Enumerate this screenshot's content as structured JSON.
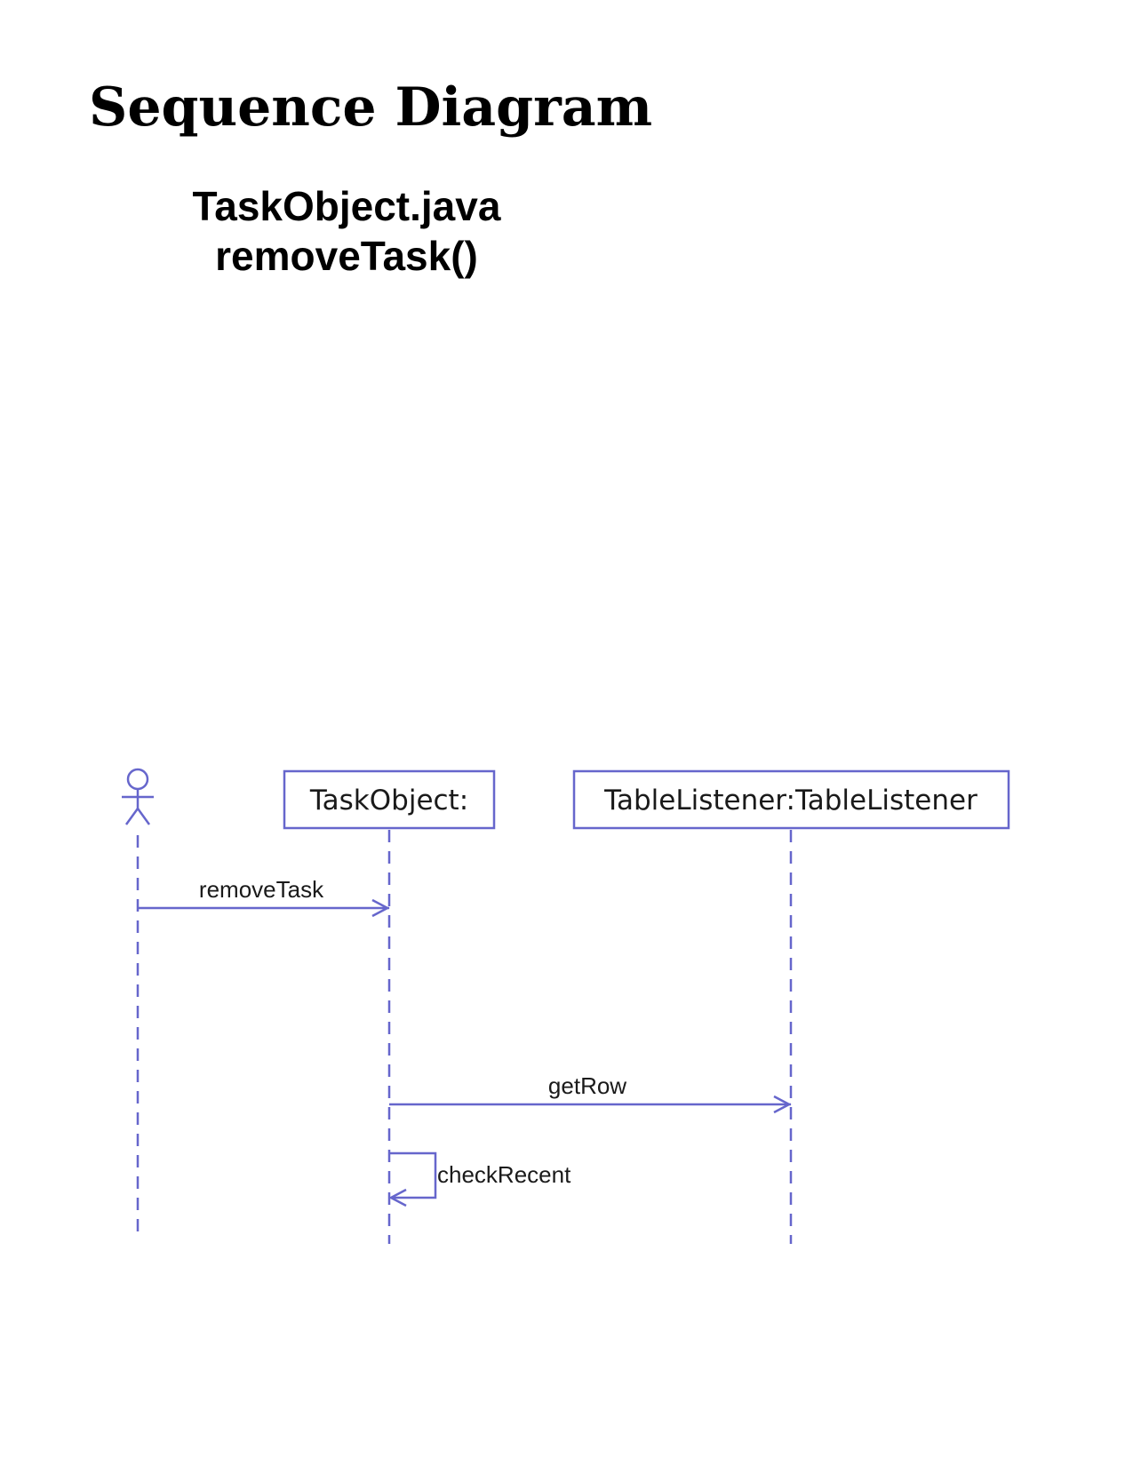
{
  "page": {
    "heading": "Sequence Diagram",
    "file_name": "TaskObject.java",
    "method_name": "removeTask()"
  },
  "diagram": {
    "line_color": "#6666cc",
    "participants": [
      {
        "kind": "actor",
        "label": ""
      },
      {
        "kind": "object",
        "label": "TaskObject:"
      },
      {
        "kind": "object",
        "label": "TableListener:TableListener"
      }
    ],
    "messages": [
      {
        "label": "removeTask",
        "from": "actor",
        "to": "TaskObject:"
      },
      {
        "label": "getRow",
        "from": "TaskObject:",
        "to": "TableListener:TableListener"
      },
      {
        "label": "checkRecent",
        "from": "TaskObject:",
        "to": "TaskObject:"
      }
    ]
  }
}
